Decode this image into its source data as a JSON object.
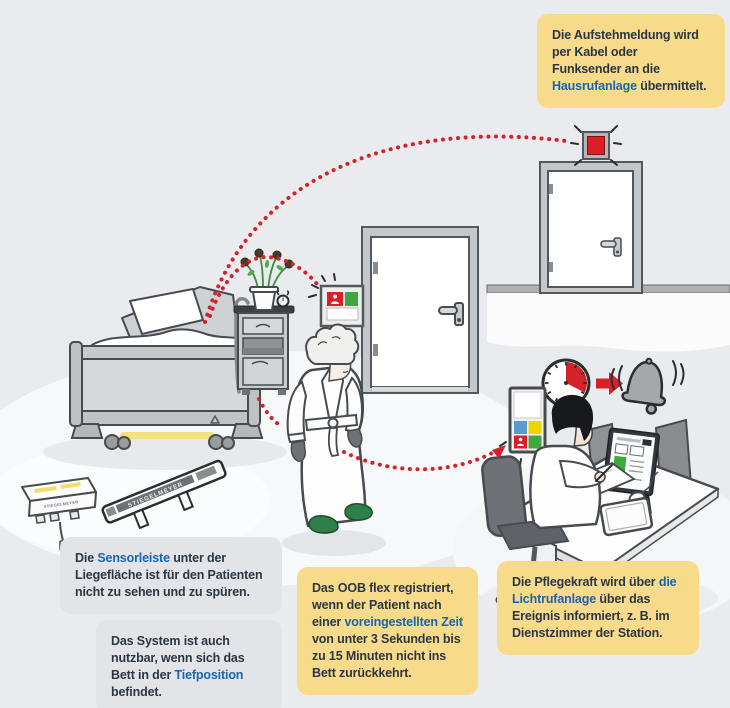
{
  "palette": {
    "background": "#E9EBEF",
    "callout_yellow": "#F7DB8A",
    "callout_gray": "#E2E4E7",
    "text_dark": "#2B3645",
    "text_link_blue": "#1A64AD",
    "signal_red": "#D2232A",
    "alarm_red": "#DC1F26",
    "signal_green": "#3FA83C",
    "signal_yellow": "#EFD400",
    "signal_blue": "#5C9ACE",
    "sensor_strip_yellow": "#F4E07D"
  },
  "callouts": {
    "aufstehmeldung": {
      "before": "Die Aufstehmeldung wird per Kabel oder Funksender an die ",
      "highlight": "Hausrufanlage",
      "after": " übermittelt."
    },
    "sensorleiste": {
      "before": "Die ",
      "highlight": "Sensorleiste",
      "after": " unter der Liegefläche ist für den Patienten nicht zu sehen und zu spüren."
    },
    "tiefposition": {
      "before": "Das System ist auch nutzbar, wenn sich das Bett in der ",
      "highlight": "Tiefposition",
      "after": " befindet."
    },
    "oob_flex": {
      "before": "Das OOB flex registriert, wenn der Patient nach einer ",
      "highlight": "voreingestellten Zeit",
      "after": " von unter 3 Sekunden bis zu 15 Minuten nicht ins Bett zurückkehrt."
    },
    "pflegekraft": {
      "before": "Die Pflegekraft wird über ",
      "highlight": "die Lichtrufanlage",
      "after": " über das Ereignis informiert, z. B. im Dienstzimmer der Station."
    }
  },
  "labels": {
    "sensor_brand": "STIEGELMEYER"
  }
}
